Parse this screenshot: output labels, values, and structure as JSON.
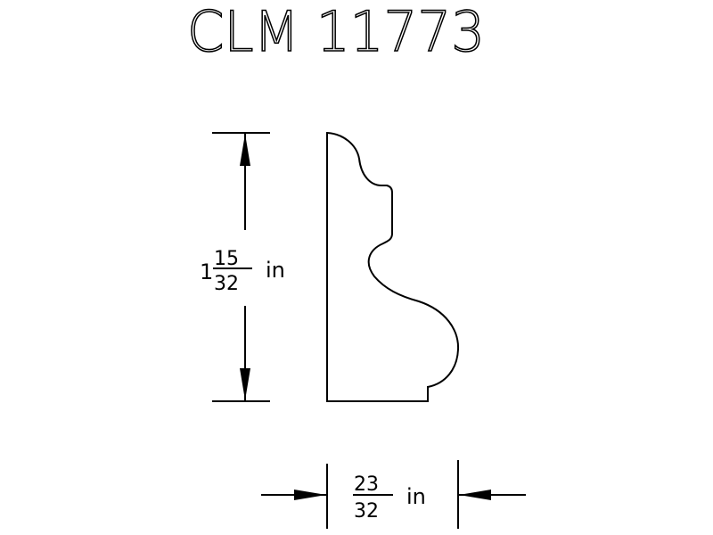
{
  "title": "CLM 11773",
  "height_dimension": {
    "whole": "1",
    "numerator": "15",
    "denominator": "32",
    "unit": "in"
  },
  "width_dimension": {
    "numerator": "23",
    "denominator": "32",
    "unit": "in"
  },
  "colors": {
    "line": "#000000",
    "background": "#ffffff"
  }
}
